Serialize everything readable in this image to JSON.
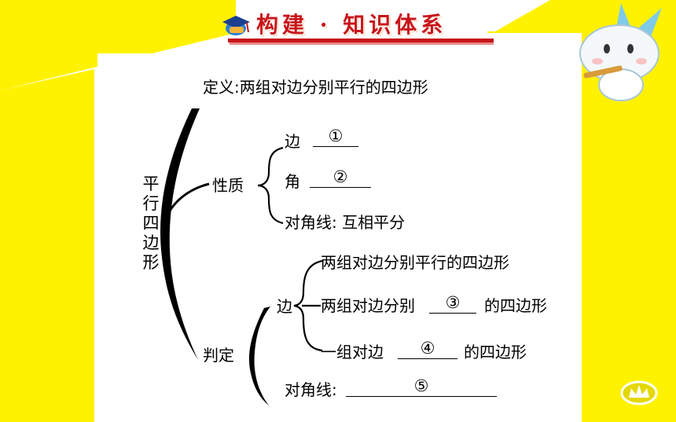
{
  "colors": {
    "yellow": "#fff200",
    "title_red": "#c8151b",
    "line": "#000000"
  },
  "header": {
    "title": "构建 · 知识体系",
    "logo_icon": "graduation-cap-icon"
  },
  "decor": {
    "mascot_icon": "rabbit-mascot-icon",
    "corner_logo_icon": "crown-logo-icon"
  },
  "diagram": {
    "root_chars": [
      "平",
      "行",
      "四",
      "边",
      "形"
    ],
    "definition": "定义:两组对边分别平行的四边形",
    "properties": {
      "label": "性质",
      "side_label": "边",
      "side_blank": "①",
      "angle_label": "角",
      "angle_blank": "②",
      "diagonal": "对角线: 互相平分"
    },
    "criteria": {
      "label": "判定",
      "side_label": "边",
      "item1": "两组对边分别平行的四边形",
      "item2_pre": "两组对边分别",
      "item2_blank": "③",
      "item2_post": "的四边形",
      "item3_pre": "一组对边",
      "item3_blank": "④",
      "item3_post": "的四边形",
      "diagonal_label": "对角线:",
      "diagonal_blank": "⑤"
    }
  }
}
